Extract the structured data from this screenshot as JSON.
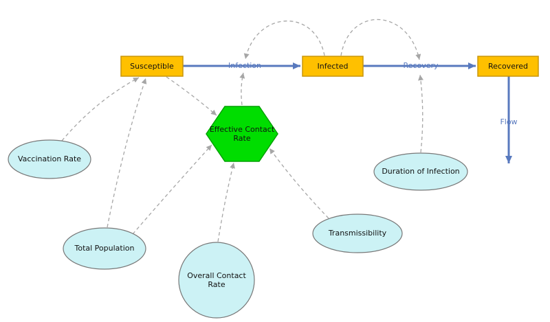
{
  "diagram": {
    "title": "SIR epidemic model stock-and-flow diagram",
    "nodes": {
      "susceptible": {
        "label": "Susceptible",
        "shape": "rectangle"
      },
      "infected": {
        "label": "Infected",
        "shape": "rectangle"
      },
      "recovered": {
        "label": "Recovered",
        "shape": "rectangle"
      },
      "effective_contact_rate": {
        "label": "Effective Contact Rate",
        "shape": "hexagon"
      },
      "vaccination_rate": {
        "label": "Vaccination Rate",
        "shape": "ellipse"
      },
      "total_population": {
        "label": "Total Population",
        "shape": "ellipse"
      },
      "overall_contact_rate": {
        "label": "Overall Contact Rate",
        "shape": "circle"
      },
      "transmissibility": {
        "label": "Transmissibility",
        "shape": "ellipse"
      },
      "duration_of_infection": {
        "label": "Duration of Infection",
        "shape": "ellipse"
      }
    },
    "flows": {
      "infection": {
        "label": "Infection"
      },
      "recovery": {
        "label": "Recovery"
      },
      "flow": {
        "label": "Flow"
      }
    },
    "edges": [
      {
        "from": "vaccination_rate",
        "to": "susceptible",
        "type": "dashed"
      },
      {
        "from": "total_population",
        "to": "susceptible",
        "type": "dashed"
      },
      {
        "from": "susceptible",
        "to": "effective_contact_rate",
        "type": "dashed"
      },
      {
        "from": "total_population",
        "to": "effective_contact_rate",
        "type": "dashed"
      },
      {
        "from": "overall_contact_rate",
        "to": "effective_contact_rate",
        "type": "dashed"
      },
      {
        "from": "transmissibility",
        "to": "effective_contact_rate",
        "type": "dashed"
      },
      {
        "from": "effective_contact_rate",
        "to": "infection",
        "type": "dashed"
      },
      {
        "from": "infected",
        "to": "infection",
        "type": "dashed"
      },
      {
        "from": "infected",
        "to": "recovery",
        "type": "dashed"
      },
      {
        "from": "duration_of_infection",
        "to": "recovery",
        "type": "dashed"
      },
      {
        "from": "susceptible",
        "to": "infected",
        "type": "flow",
        "flow": "infection"
      },
      {
        "from": "infected",
        "to": "recovered",
        "type": "flow",
        "flow": "recovery"
      },
      {
        "from": "recovered",
        "type": "flow",
        "flow": "flow"
      }
    ],
    "colors": {
      "stock_fill": "#FFC000",
      "stock_border": "#C8960C",
      "hex_fill": "#00DD00",
      "hex_border": "#00A000",
      "ellipse_fill": "#CCF2F5",
      "ellipse_border": "#777777",
      "flow_arrow": "#5879BE",
      "dashed_arrow": "#A6A6A6"
    }
  }
}
